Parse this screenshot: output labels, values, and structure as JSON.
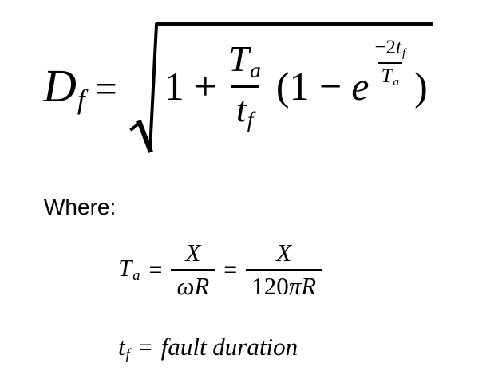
{
  "page": {
    "background_color": "#ffffff",
    "text_color": "#000000"
  },
  "main_formula": {
    "lhs": {
      "base": "D",
      "sub": "f"
    },
    "equals": "=",
    "radicand": {
      "one_plus": "1 +",
      "fraction": {
        "num_base": "T",
        "num_sub": "a",
        "den_base": "t",
        "den_sub": "f"
      },
      "open_group": "(1 −",
      "exp_base": "e",
      "exponent": {
        "num_coeff": "−2",
        "num_var": "t",
        "num_sub": "f",
        "den_base": "T",
        "den_sub": "a"
      },
      "close_paren": ")"
    }
  },
  "where_label": "Where:",
  "ta_equation": {
    "lhs": {
      "base": "T",
      "sub": "a"
    },
    "equals1": "=",
    "fraction1": {
      "num": "X",
      "den": "ωR"
    },
    "equals2": "=",
    "fraction2": {
      "num": "X",
      "den_digits": "120",
      "den_vars": "πR"
    }
  },
  "tf_equation": {
    "lhs": {
      "base": "t",
      "sub": "f"
    },
    "equals": "=",
    "rhs": "fault duration"
  }
}
